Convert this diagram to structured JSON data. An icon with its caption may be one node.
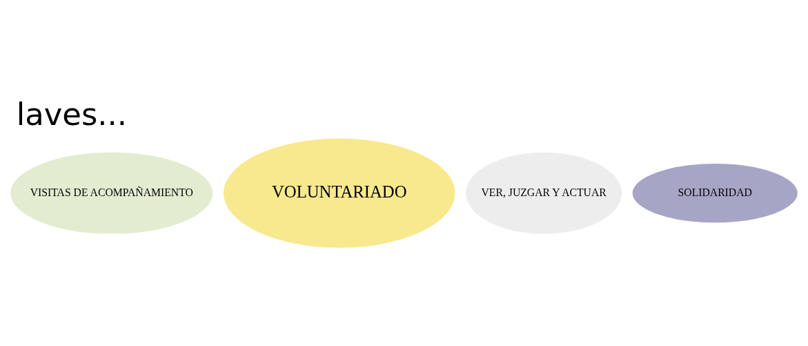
{
  "diagram": {
    "title": "laves...",
    "nodes": [
      {
        "text": [
          "VER, JUZGAR Y ACTUAR"
        ]
      },
      {
        "text": [
          "VOLUNTARIADO"
        ]
      },
      {
        "text": [
          "SOLIDARIDAD"
        ]
      },
      {
        "text": [
          "VISITAS DE ACOMPAÑAMIENTO"
        ]
      }
    ],
    "edges": []
  }
}
